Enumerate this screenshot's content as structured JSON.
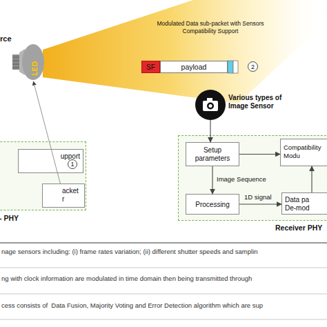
{
  "diagram": {
    "nodes": [
      {
        "text": [
          "LED"
        ]
      },
      {
        "text": [
          "SF"
        ]
      },
      {
        "text": [
          "payload"
        ]
      },
      {
        "text": [
          "Various types of Image Sensor"
        ]
      },
      {
        "text": [
          "- PHY"
        ]
      },
      {
        "text": [
          "upport"
        ],
        "in": 4
      },
      {
        "text": [
          "acket r"
        ],
        "in": 4
      },
      {
        "text": [
          "Receiver PHY"
        ]
      },
      {
        "text": [
          "Setup parameters"
        ],
        "in": 7
      },
      {
        "text": [
          "Compatibility Modu"
        ],
        "in": 7
      },
      {
        "text": [
          "Processing"
        ],
        "in": 7
      },
      {
        "text": [
          "Data pa De-mod"
        ],
        "in": 7
      }
    ],
    "edges": [
      {
        "from": 6,
        "to": 0,
        "arrow": "to"
      },
      {
        "from": 3,
        "to": 8,
        "arrow": "to"
      },
      {
        "from": 8,
        "to": 9,
        "arrow": "to"
      },
      {
        "from": 8,
        "to": 10,
        "label": "Image Sequence",
        "arrow": "to"
      },
      {
        "from": 10,
        "to": 11,
        "label": "1D signal",
        "arrow": "to"
      },
      {
        "from": 11,
        "to": 9,
        "arrow": "to"
      }
    ],
    "labels": [
      "rce",
      "Modulated Data sub-packet with Sensors Compatibility Support",
      "2",
      "1",
      "nage sensors including: (i) frame rates variation; (ii) different shutter speeds and samplin",
      "ng with clock information are modulated in time domain then being transmitted through",
      "cess consists of  Data Fusion, Majority Voting and Error Detection algorithm which are sup"
    ]
  }
}
